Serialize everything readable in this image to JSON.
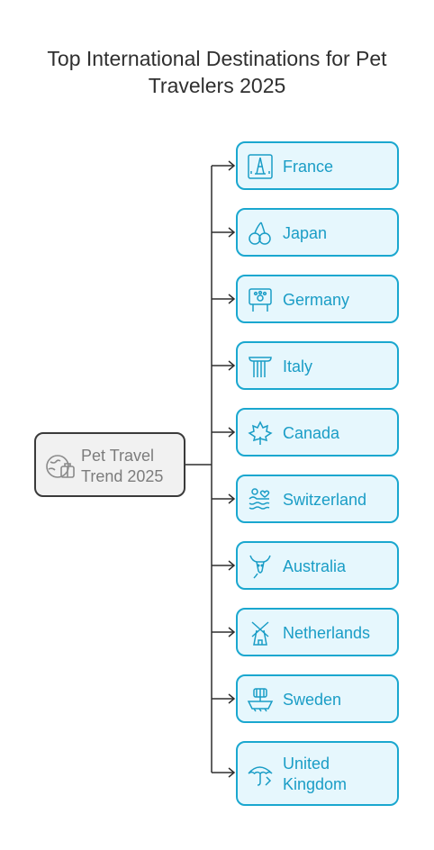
{
  "title": "Top International Destinations for Pet Travelers 2025",
  "root": {
    "label_line1": "Pet Travel",
    "label_line2": "Trend 2025",
    "icon": "globe-luggage-icon"
  },
  "colors": {
    "root_border": "#3a3a3a",
    "root_fill": "#f1f1f1",
    "dest_border": "#1aa7cf",
    "dest_fill": "#e6f7fd",
    "dest_text": "#1a9dc6",
    "connector": "#2f2f2f"
  },
  "destinations": [
    {
      "label": "France",
      "icon": "eiffel-tower-icon"
    },
    {
      "label": "Japan",
      "icon": "cherry-icon"
    },
    {
      "label": "Germany",
      "icon": "pet-sign-icon"
    },
    {
      "label": "Italy",
      "icon": "column-icon"
    },
    {
      "label": "Canada",
      "icon": "maple-leaf-icon"
    },
    {
      "label": "Switzerland",
      "icon": "spa-icon"
    },
    {
      "label": "Australia",
      "icon": "kangaroo-icon"
    },
    {
      "label": "Netherlands",
      "icon": "windmill-icon"
    },
    {
      "label": "Sweden",
      "icon": "ship-icon"
    },
    {
      "label": "United Kingdom",
      "icon": "umbrella-icon"
    }
  ]
}
